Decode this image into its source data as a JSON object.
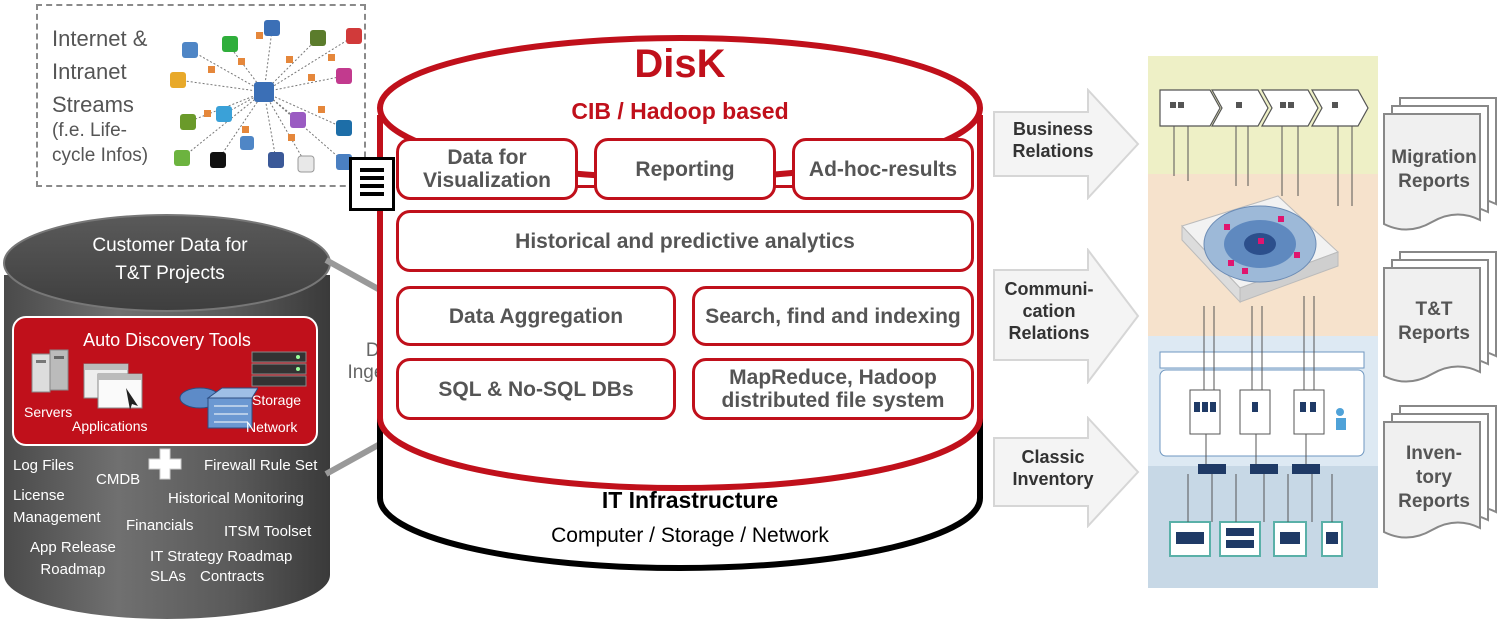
{
  "internet": {
    "title_lines": [
      "Internet &",
      "Intranet",
      "Streams"
    ],
    "sub_lines": [
      "(f.e. Life-",
      "cycle Infos)"
    ]
  },
  "disk": {
    "title": "DisK",
    "subtitle": "CIB / Hadoop based",
    "boxes": {
      "visualization": [
        "Data for",
        "Visualization"
      ],
      "reporting": "Reporting",
      "adhoc": "Ad-hoc-results",
      "analytics": "Historical and predictive analytics",
      "aggregation": "Data Aggregation",
      "search": "Search, find and indexing",
      "sql": "SQL & No-SQL DBs",
      "mapreduce": [
        "MapReduce, Hadoop",
        "distributed file system"
      ]
    },
    "infra_title": "IT Infrastructure",
    "infra_sub": "Computer / Storage / Network"
  },
  "customer": {
    "title_lines": [
      "Customer Data for",
      "T&T Projects"
    ],
    "tools_title": "Auto Discovery Tools",
    "tool_labels": {
      "servers": "Servers",
      "applications": "Applications",
      "storage": "Storage",
      "network": "Network"
    },
    "items": {
      "log_files": "Log Files",
      "cmdb": "CMDB",
      "firewall": "Firewall Rule Set",
      "license": [
        "License",
        "Management"
      ],
      "hist_monitoring": "Historical Monitoring",
      "financials": "Financials",
      "itsm": "ITSM Toolset",
      "app_release": [
        "App Release",
        "Roadmap"
      ],
      "it_strategy": "IT Strategy Roadmap",
      "slas": "SLAs",
      "contracts": "Contracts"
    }
  },
  "ingestion": [
    "Data",
    "Ingestion"
  ],
  "arrows": {
    "business": [
      "Business",
      "Relations"
    ],
    "communication": [
      "Communi-",
      "cation",
      "Relations"
    ],
    "inventory": [
      "Classic",
      "Inventory"
    ]
  },
  "reports": {
    "migration": [
      "Migration",
      "Reports"
    ],
    "tt": [
      "T&T",
      "Reports"
    ],
    "inventory": [
      "Inven-",
      "tory",
      "Reports"
    ]
  },
  "colors": {
    "accent_red": "#c0101b",
    "layer_yellow": "#eef0c6",
    "layer_peach": "#f6e2cc",
    "layer_lightblue": "#dde9f3",
    "layer_blue": "#c7d8e6"
  }
}
